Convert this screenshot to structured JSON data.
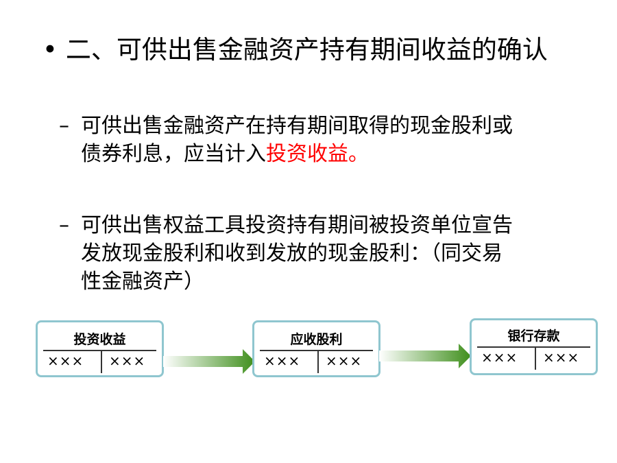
{
  "heading": {
    "bullet": "•",
    "text": "二、可供出售金融资产持有期间收益的确认"
  },
  "bullets": [
    {
      "dash": "–",
      "lines": [
        "可供出售金融资产在持有期间取得的现金股利或"
      ],
      "line2_plain": "债券利息，应当计入",
      "line2_highlight": "投资收益。"
    },
    {
      "dash": "–",
      "lines": [
        "可供出售权益工具投资持有期间被投资单位宣告",
        "发放现金股利和收到发放的现金股利：（同交易",
        "性金融资产）"
      ]
    }
  ],
  "accounts": [
    {
      "title": "投资收益",
      "debit": "×××",
      "credit": "×××"
    },
    {
      "title": "应收股利",
      "debit": "×××",
      "credit": "×××"
    },
    {
      "title": "银行存款",
      "debit": "×××",
      "credit": "×××"
    }
  ],
  "colors": {
    "highlight": "#ff0000",
    "box_border": "#8fc6cf",
    "arrow_start": "#ffffff",
    "arrow_end": "#3f8f1c"
  }
}
